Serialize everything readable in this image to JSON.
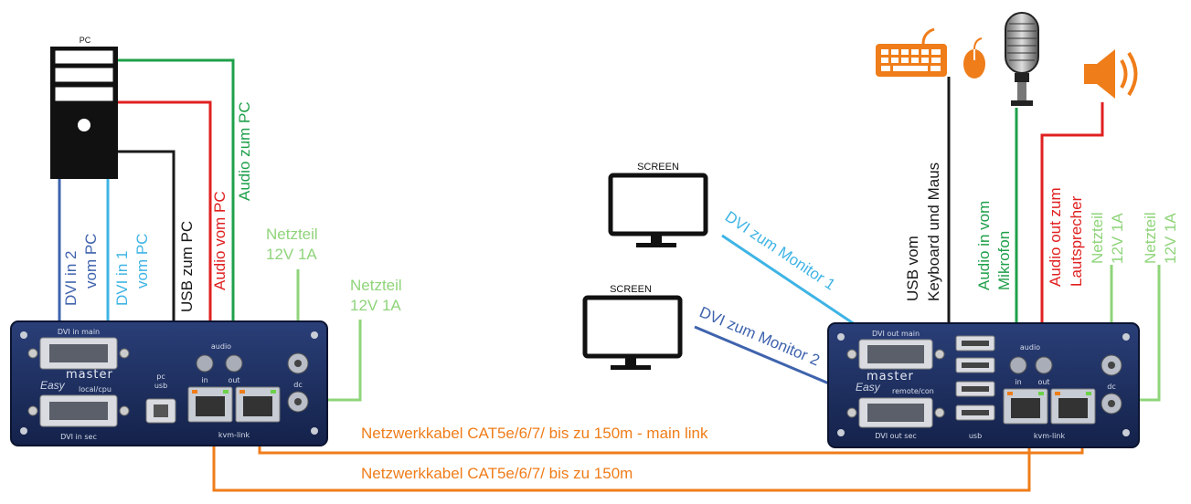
{
  "colors": {
    "dvi_dark": "#3f63ad",
    "dvi_light": "#3fb4e5",
    "usb": "#1a1a1a",
    "audio_in": "#e02020",
    "audio_out": "#1fa04a",
    "power": "#8fd47a",
    "network": "#ef7d1a",
    "device": "#1c2e5c"
  },
  "pc": {
    "label": "PC"
  },
  "screens": [
    {
      "label": "SCREEN"
    },
    {
      "label": "SCREEN"
    }
  ],
  "local_unit": {
    "dvi_main": "DVI in main",
    "dvi_sec": "DVI in sec",
    "brand": "master",
    "brand_script": "Easy",
    "model": "local/cpu",
    "audio": "audio",
    "in": "in",
    "out": "out",
    "pc_usb": [
      "pc",
      "usb"
    ],
    "kvm_link": "kvm-link",
    "dc": "dc"
  },
  "remote_unit": {
    "dvi_main": "DVI out main",
    "dvi_sec": "DVI out sec",
    "brand": "master",
    "brand_script": "Easy",
    "model": "remote/con",
    "usb": "usb",
    "audio": "audio",
    "in": "in",
    "out": "out",
    "kvm_link": "kvm-link",
    "dc": "dc"
  },
  "labels": {
    "dvi_in_2": [
      "DVI in 2",
      "vom PC"
    ],
    "dvi_in_1": [
      "DVI in 1",
      "vom PC"
    ],
    "usb_zum_pc": "USB zum PC",
    "audio_vom_pc": "Audio vom PC",
    "audio_zum_pc": "Audio zum PC",
    "netzteil_a": [
      "Netzteil",
      "12V 1A"
    ],
    "netzteil_b": [
      "Netzteil",
      "12V 1A"
    ],
    "dvi_zum_monitor_1": "DVI zum Monitor 1",
    "dvi_zum_monitor_2": "DVI zum Monitor 2",
    "usb_keyboard": [
      "USB vom",
      "Keyboard und Maus"
    ],
    "audio_in_mikrofon": [
      "Audio in vom",
      "Mikrofon"
    ],
    "audio_out_lautsprecher": [
      "Audio out zum",
      "Lautsprecher"
    ],
    "netzteil_c": [
      "Netzteil",
      "12V 1A"
    ],
    "netzteil_d": [
      "Netzteil",
      "12V 1A"
    ],
    "network_main": "Netzwerkkabel CAT5e/6/7/ bis zu 150m - main link",
    "network_2": "Netzwerkkabel CAT5e/6/7/ bis zu 150m"
  },
  "icons": [
    "pc-tower-icon",
    "keyboard-icon",
    "mouse-icon",
    "microphone-icon",
    "speaker-icon",
    "monitor-icon"
  ]
}
